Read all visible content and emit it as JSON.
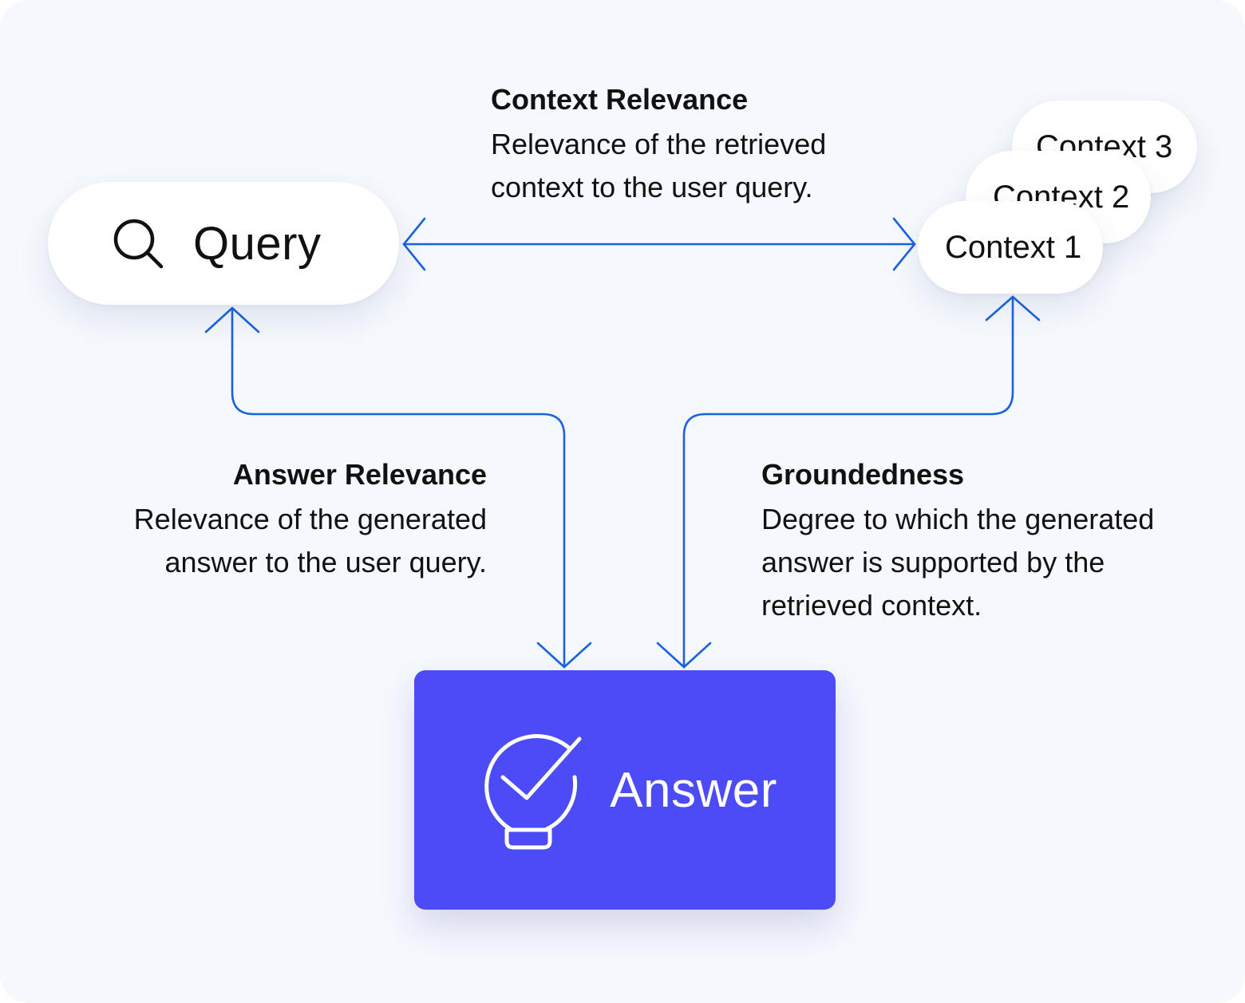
{
  "nodes": {
    "query": {
      "label": "Query",
      "icon": "search-icon"
    },
    "contexts": [
      {
        "label": "Context 1"
      },
      {
        "label": "Context 2"
      },
      {
        "label": "Context 3"
      }
    ],
    "answer": {
      "label": "Answer",
      "icon": "lightbulb-check-icon"
    }
  },
  "relations": {
    "context_relevance": {
      "title": "Context Relevance",
      "description": "Relevance of the retrieved\ncontext to the user query."
    },
    "answer_relevance": {
      "title": "Answer Relevance",
      "description": "Relevance of the generated\nanswer to the user query."
    },
    "groundedness": {
      "title": "Groundedness",
      "description": "Degree to which the generated\nanswer is supported by the\nretrieved context."
    }
  },
  "colors": {
    "background": "#f5f8fd",
    "connector": "#1a62e0",
    "answer_fill": "#4c4cf7",
    "node_fill": "#ffffff",
    "text": "#111111"
  }
}
